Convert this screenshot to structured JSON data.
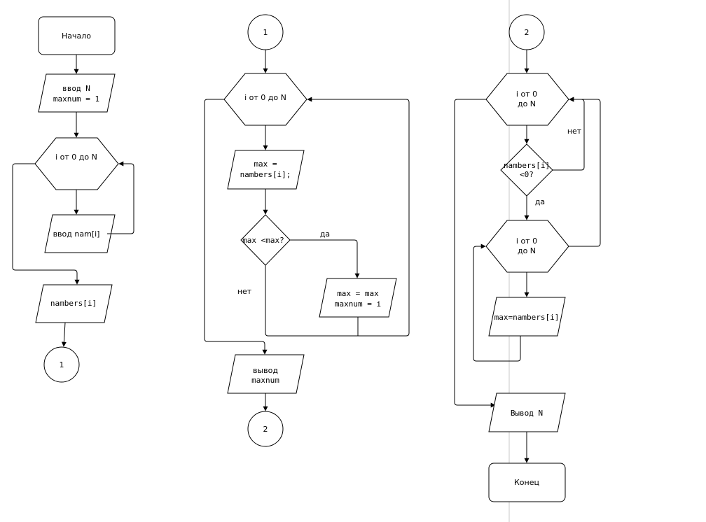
{
  "flow1": {
    "start": "Начало",
    "input_n": [
      "ввод N",
      "maxnum = 1"
    ],
    "loop": "i от 0 до N",
    "input_nam": "ввод nam[i]",
    "output_arr": "nambers[i]",
    "connector_out": "1"
  },
  "flow2": {
    "connector_in": "1",
    "loop": "i от 0 до N",
    "assign_max": [
      "max =",
      "nambers[i];"
    ],
    "decision": "max <max?",
    "yes_label": "да",
    "no_label": "нет",
    "assign_block": [
      "max = max",
      "maxnum = i"
    ],
    "output": [
      "вывод",
      "maxnum"
    ],
    "connector_out": "2"
  },
  "flow3": {
    "connector_in": "2",
    "loop1": [
      "i от 0",
      "до N"
    ],
    "decision": [
      "nambers[i]",
      "<0?"
    ],
    "no_label": "нет",
    "yes_label": "да",
    "loop2": [
      "i от 0",
      "до N"
    ],
    "assign": "max=nambers[i]",
    "output": "Вывод  N",
    "end": "Конец"
  }
}
